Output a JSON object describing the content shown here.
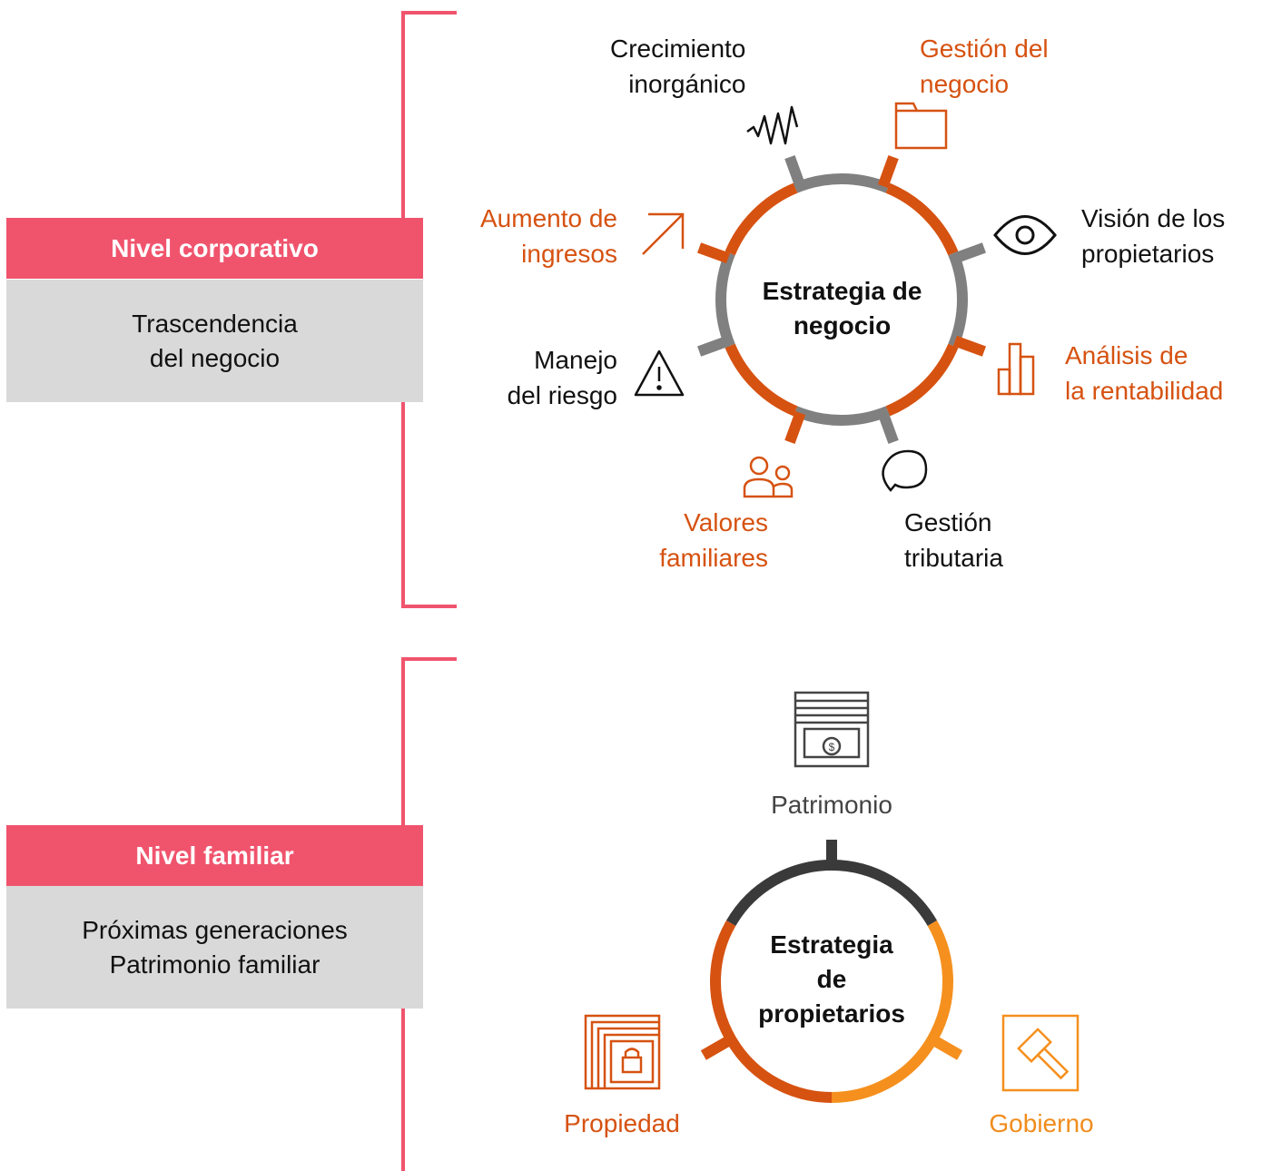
{
  "levels": [
    {
      "header": "Nivel corporativo",
      "lines": [
        "Trascendencia",
        "del negocio"
      ]
    },
    {
      "header": "Nivel familiar",
      "lines": [
        "Próximas generaciones",
        "Patrimonio familiar"
      ]
    }
  ],
  "business_strategy": {
    "title_lines": [
      "Estrategia de",
      "negocio"
    ],
    "items": [
      {
        "lines": [
          "Crecimiento",
          "inorgánico"
        ],
        "icon": "pulse-icon"
      },
      {
        "lines": [
          "Gestión del",
          "negocio"
        ],
        "icon": "folder-icon"
      },
      {
        "lines": [
          "Visión de los",
          "propietarios"
        ],
        "icon": "eye-icon"
      },
      {
        "lines": [
          "Análisis de",
          "la rentabilidad"
        ],
        "icon": "bar-chart-icon"
      },
      {
        "lines": [
          "Gestión",
          "tributaria"
        ],
        "icon": "speech-bubble-icon"
      },
      {
        "lines": [
          "Valores",
          "familiares"
        ],
        "icon": "people-icon"
      },
      {
        "lines": [
          "Manejo",
          "del riesgo"
        ],
        "icon": "warning-icon"
      },
      {
        "lines": [
          "Aumento de",
          "ingresos"
        ],
        "icon": "arrow-up-right-icon"
      }
    ]
  },
  "owners_strategy": {
    "title_lines": [
      "Estrategia",
      "de",
      "propietarios"
    ],
    "items": [
      {
        "label": "Patrimonio",
        "icon": "money-stack-icon"
      },
      {
        "label": "Propiedad",
        "icon": "locked-frame-icon"
      },
      {
        "label": "Gobierno",
        "icon": "gavel-icon"
      }
    ]
  },
  "colors": {
    "pink": "#f0546d",
    "gray_box": "#d9d9d9",
    "orange": "#d65211",
    "gray": "#808080",
    "dark": "#3a3a3a",
    "amber": "#f5901e"
  }
}
